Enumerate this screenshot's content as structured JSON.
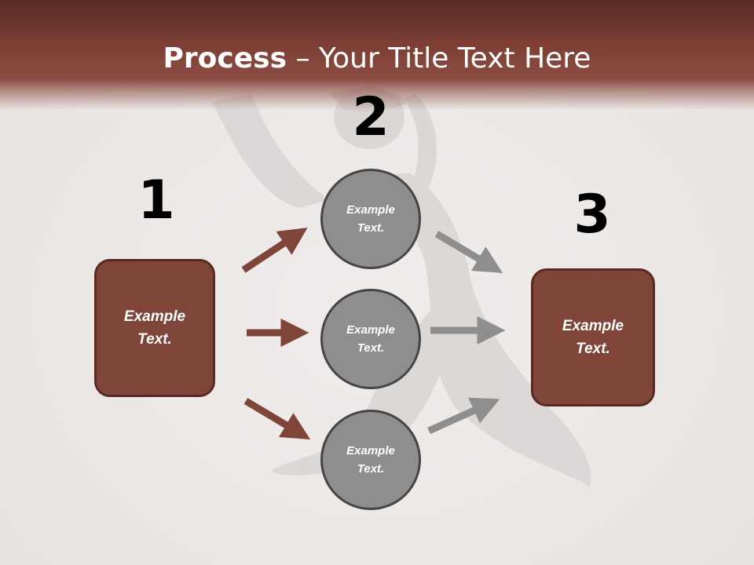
{
  "slide": {
    "title_bold": "Process",
    "title_dash": " – ",
    "title_light": "Your Title Text Here"
  },
  "steps": {
    "step1": {
      "number": "1",
      "line1": "Example",
      "line2": "Text."
    },
    "step2": {
      "number": "2",
      "circles": [
        {
          "line1": "Example",
          "line2": "Text."
        },
        {
          "line1": "Example",
          "line2": "Text."
        },
        {
          "line1": "Example",
          "line2": "Text."
        }
      ]
    },
    "step3": {
      "number": "3",
      "line1": "Example",
      "line2": "Text."
    }
  },
  "colors": {
    "header": "#7d3e34",
    "box_fill": "#7f4539",
    "box_border": "#5a2a22",
    "circle_fill": "#8e8e8e",
    "circle_border": "#454545",
    "arrow_left": "#7f4539",
    "arrow_right": "#8e8e8e"
  }
}
